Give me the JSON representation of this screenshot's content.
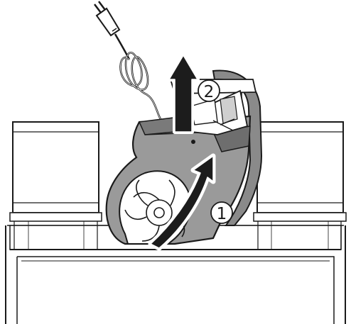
{
  "steps": [
    {
      "number": "1",
      "action": "tilt-out"
    },
    {
      "number": "2",
      "action": "lift-up"
    }
  ],
  "colors": {
    "outline": "#1a1a1a",
    "housing": "#9a9a9a",
    "housing_dark": "#6e6e6e",
    "arrow_fill": "#1c1c1c",
    "arrow_outline": "#ffffff",
    "background": "#ffffff"
  }
}
